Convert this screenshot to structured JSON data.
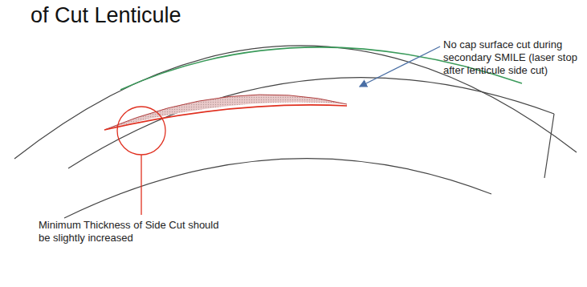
{
  "diagram": {
    "title": "of Cut Lenticule",
    "labels": [
      "No cap surface cut during secondary SMILE (laser stop after lenticule side cut)",
      "Minimum Thickness of Side Cut should be slightly increased"
    ]
  }
}
